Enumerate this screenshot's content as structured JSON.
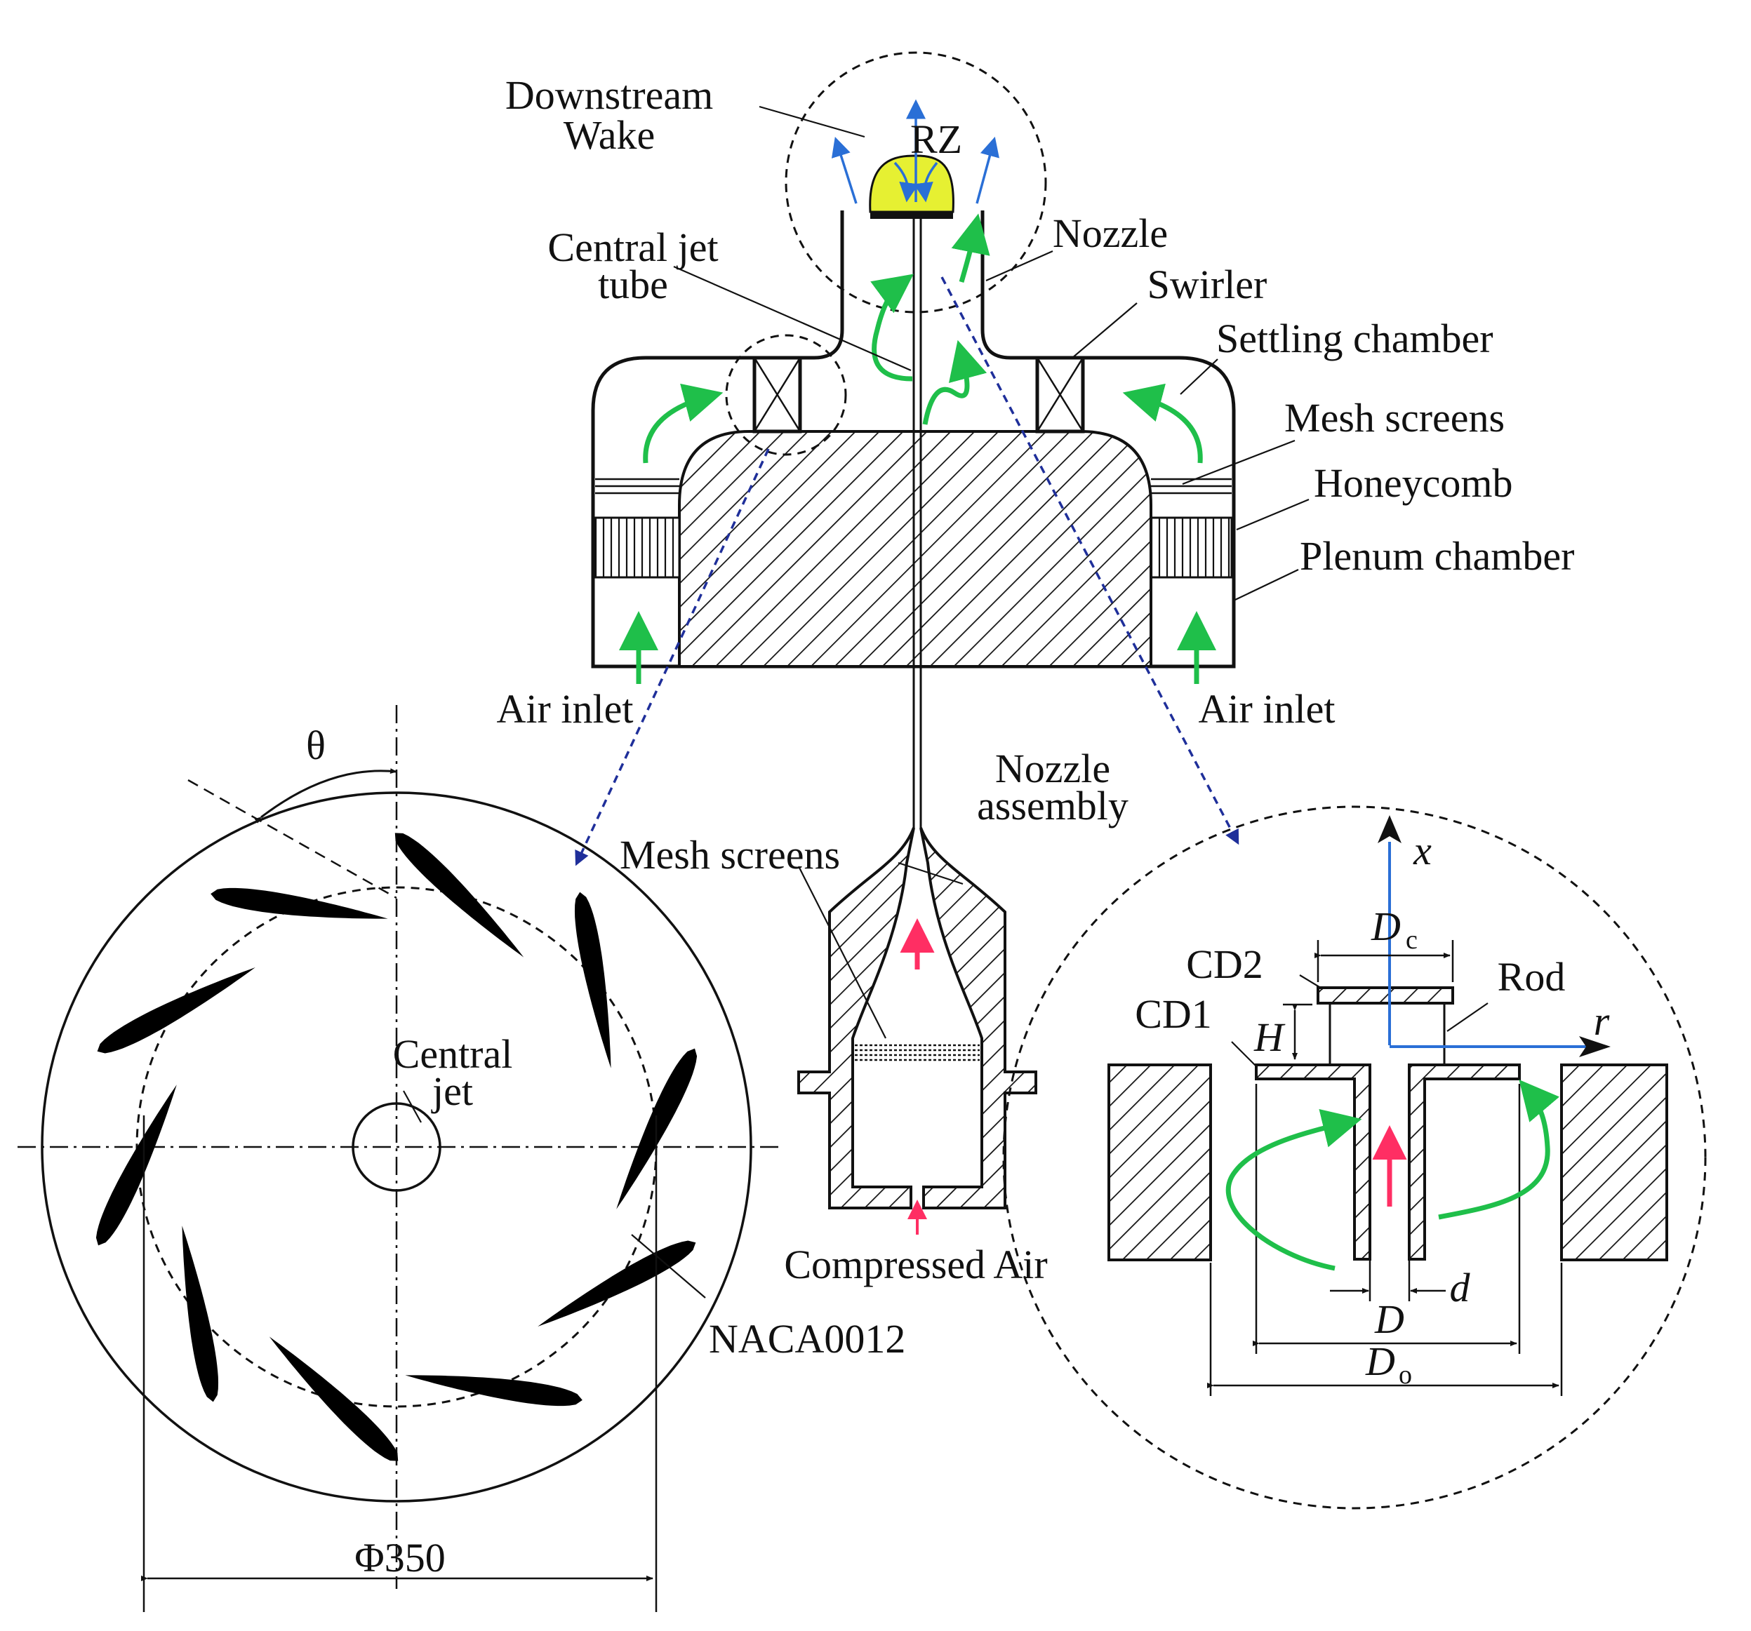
{
  "labels": {
    "downstream_wake": [
      "Downstream",
      "Wake"
    ],
    "rz": "RZ",
    "central_jet_tube": [
      "Central jet",
      "tube"
    ],
    "nozzle": "Nozzle",
    "swirler": "Swirler",
    "settling_chamber": "Settling chamber",
    "mesh_screens_top": "Mesh screens",
    "honeycomb": "Honeycomb",
    "plenum_chamber": "Plenum chamber",
    "air_inlet_left": "Air inlet",
    "air_inlet_right": "Air inlet",
    "theta": "θ",
    "central_jet": [
      "Central",
      "jet"
    ],
    "naca": "NACA0012",
    "phi": "Φ350",
    "nozzle_assembly": [
      "Nozzle",
      "assembly"
    ],
    "mesh_screens_bottom": "Mesh screens",
    "compressed_air": "Compressed Air",
    "x_axis": "x",
    "r_axis": "r",
    "dc_main": "D",
    "dc_sub": "c",
    "cd2": "CD2",
    "cd1": "CD1",
    "rod": "Rod",
    "h": "H",
    "d_small": "d",
    "d_big": "D",
    "do_main": "D",
    "do_sub": "o"
  },
  "colors": {
    "flow_air": "#1fbf4a",
    "flow_wake": "#2a6fd6",
    "flow_jet": "#ff2e63",
    "recirculation_zone": "#e6f032",
    "zoom_link": "#1f2f9a"
  }
}
